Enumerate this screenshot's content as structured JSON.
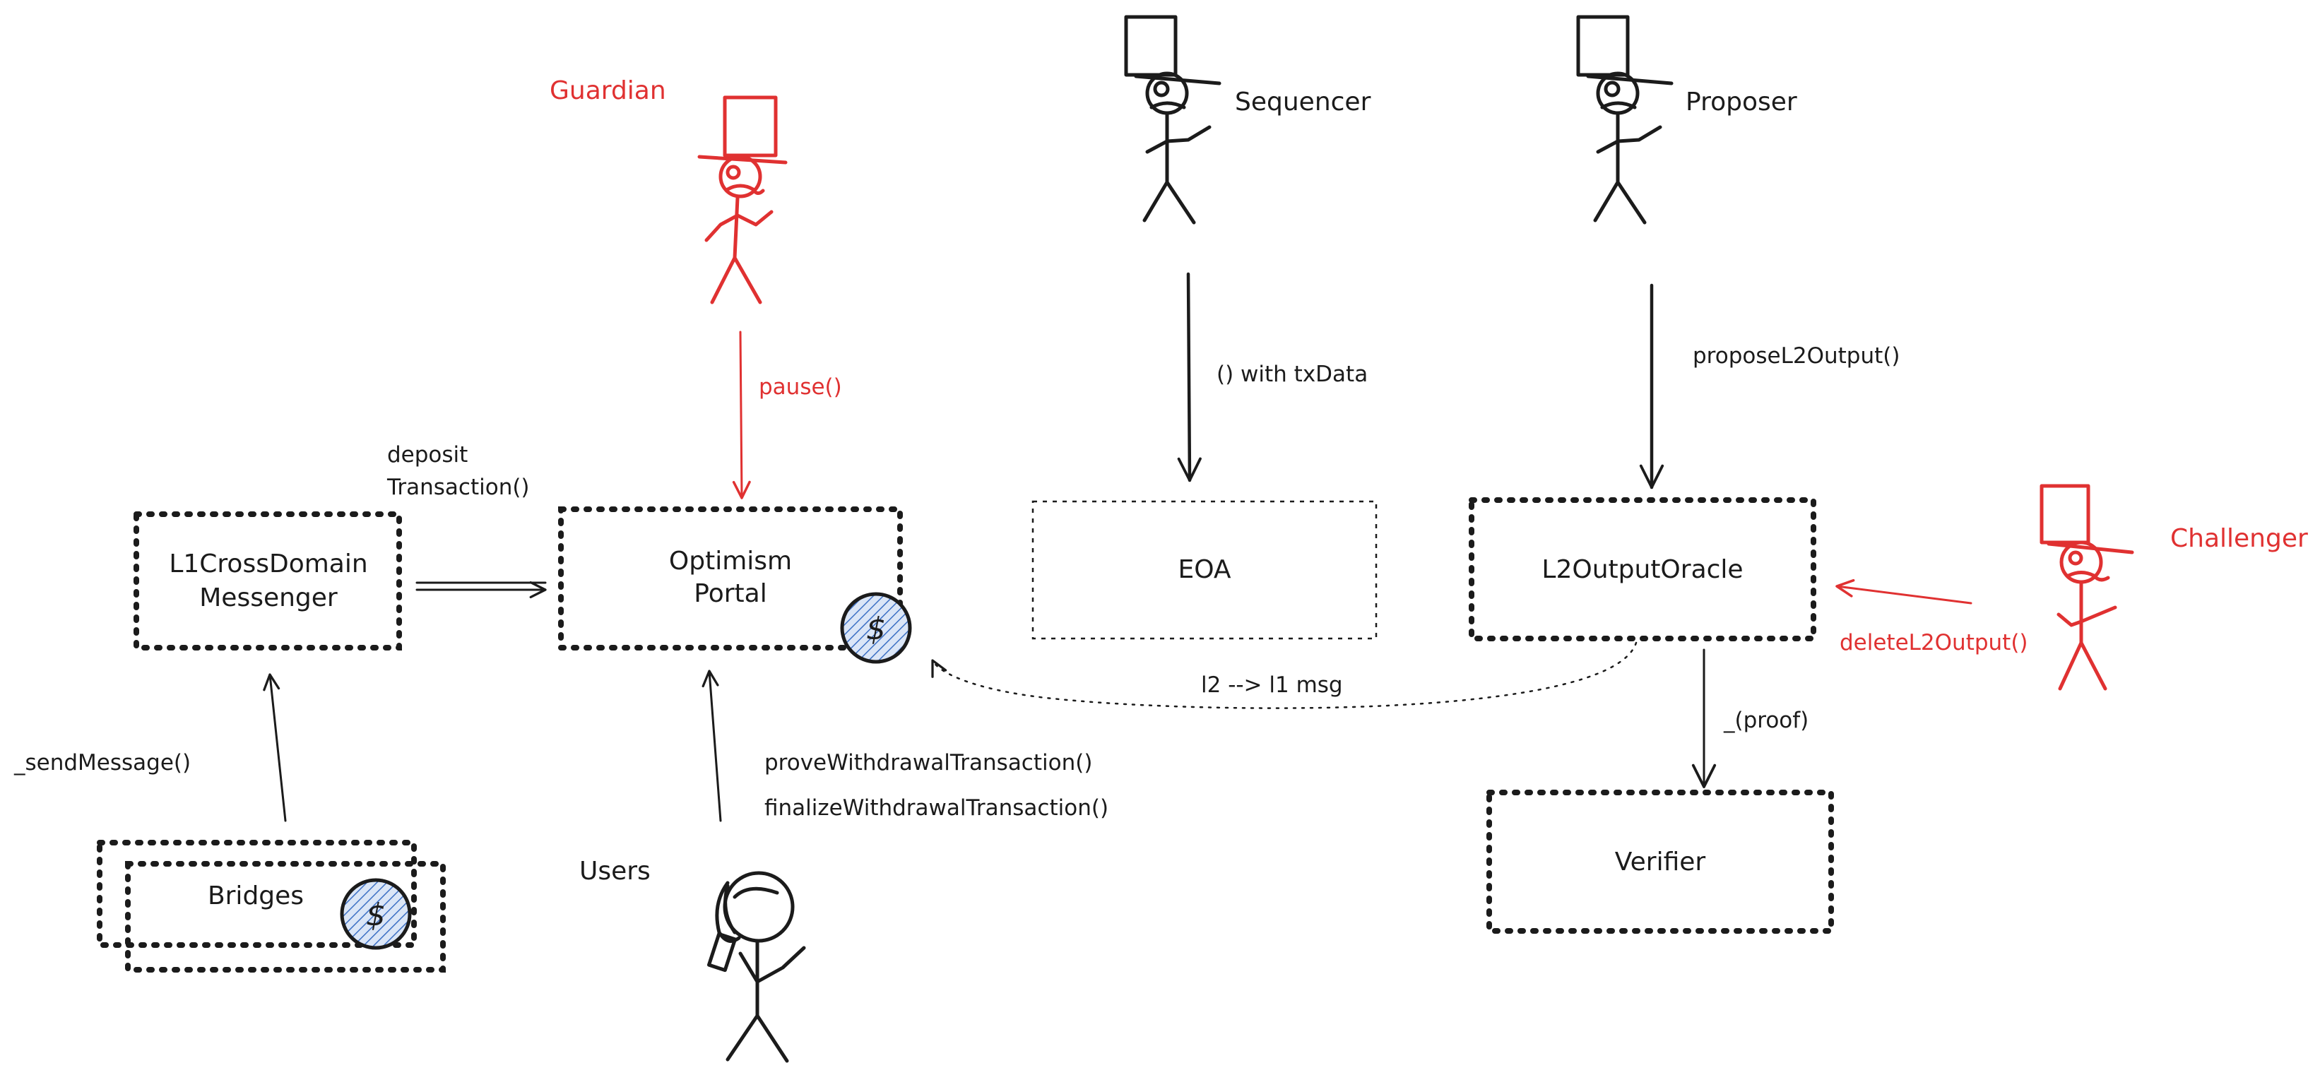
{
  "colors": {
    "ink": "#1b1b1b",
    "accent_red": "#e03131",
    "coin_fill": "#c5d6f0",
    "background": "#ffffff"
  },
  "actors": {
    "guardian": "Guardian",
    "sequencer": "Sequencer",
    "proposer": "Proposer",
    "challenger": "Challenger",
    "users": "Users"
  },
  "boxes": {
    "l1_messenger": [
      "L1CrossDomain",
      "Messenger"
    ],
    "optimism_portal": [
      "Optimism",
      "Portal"
    ],
    "eoa": "EOA",
    "l2_output_oracle": "L2OutputOracle",
    "verifier": "Verifier",
    "bridges": "Bridges"
  },
  "coin_symbol": "$",
  "edges": {
    "pause": "pause()",
    "deposit": [
      "deposit",
      "Transaction()"
    ],
    "with_txdata": "() with txData",
    "propose": "proposeL2Output()",
    "delete": "deleteL2Output()",
    "l2_l1_msg": "l2 --> l1 msg",
    "proof": "_(proof)",
    "send_message": "_sendMessage()",
    "prove_withdrawal": "proveWithdrawalTransaction()",
    "finalize_withdrawal": "finalizeWithdrawalTransaction()"
  }
}
